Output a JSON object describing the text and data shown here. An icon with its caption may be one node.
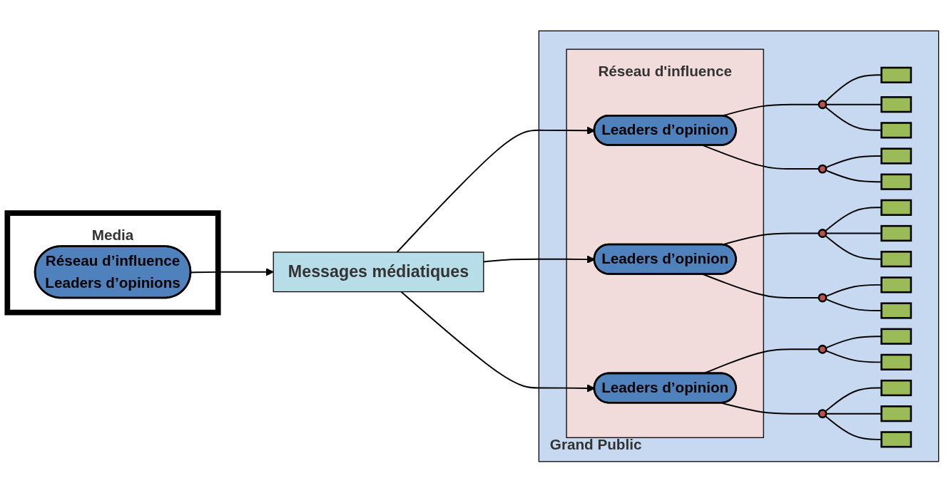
{
  "diagram": {
    "nodes": [
      {
        "text": [
          "Media"
        ]
      },
      {
        "text": [
          "Réseau d’influence",
          "Leaders d’opinions"
        ],
        "in": 0
      },
      {
        "text": [
          "Messages médiatiques"
        ]
      },
      {
        "text": [
          "Grand Public"
        ]
      },
      {
        "text": [
          "Réseau d'influence"
        ],
        "in": 3
      },
      {
        "text": [
          "Leaders d’opinion"
        ],
        "in": 4
      },
      {
        "text": [
          "Leaders d’opinion"
        ],
        "in": 4
      },
      {
        "text": [
          "Leaders d’opinion"
        ],
        "in": 4
      },
      {
        "text": [],
        "shape": "circle",
        "in": 3
      },
      {
        "text": [],
        "shape": "circle",
        "in": 3
      },
      {
        "text": [],
        "shape": "circle",
        "in": 3
      },
      {
        "text": [],
        "shape": "circle",
        "in": 3
      },
      {
        "text": [],
        "shape": "circle",
        "in": 3
      },
      {
        "text": [],
        "shape": "circle",
        "in": 3
      },
      {
        "text": [],
        "shape": "box",
        "in": 3
      },
      {
        "text": [],
        "shape": "box",
        "in": 3
      },
      {
        "text": [],
        "shape": "box",
        "in": 3
      },
      {
        "text": [],
        "shape": "box",
        "in": 3
      },
      {
        "text": [],
        "shape": "box",
        "in": 3
      },
      {
        "text": [],
        "shape": "box",
        "in": 3
      },
      {
        "text": [],
        "shape": "box",
        "in": 3
      },
      {
        "text": [],
        "shape": "box",
        "in": 3
      },
      {
        "text": [],
        "shape": "box",
        "in": 3
      },
      {
        "text": [],
        "shape": "box",
        "in": 3
      },
      {
        "text": [],
        "shape": "box",
        "in": 3
      },
      {
        "text": [],
        "shape": "box",
        "in": 3
      },
      {
        "text": [],
        "shape": "box",
        "in": 3
      },
      {
        "text": [],
        "shape": "box",
        "in": 3
      },
      {
        "text": [],
        "shape": "box",
        "in": 3
      }
    ],
    "edges": [
      {
        "from": 1,
        "to": 2,
        "arrow": "to"
      },
      {
        "from": 2,
        "to": 5,
        "arrow": "to"
      },
      {
        "from": 2,
        "to": 6,
        "arrow": "to"
      },
      {
        "from": 2,
        "to": 7,
        "arrow": "to"
      },
      {
        "from": 5,
        "to": 8,
        "arrow": "none"
      },
      {
        "from": 5,
        "to": 9,
        "arrow": "none"
      },
      {
        "from": 6,
        "to": 10,
        "arrow": "none"
      },
      {
        "from": 6,
        "to": 11,
        "arrow": "none"
      },
      {
        "from": 7,
        "to": 12,
        "arrow": "none"
      },
      {
        "from": 7,
        "to": 13,
        "arrow": "none"
      },
      {
        "from": 8,
        "to": 14,
        "arrow": "none"
      },
      {
        "from": 8,
        "to": 15,
        "arrow": "none"
      },
      {
        "from": 8,
        "to": 16,
        "arrow": "none"
      },
      {
        "from": 9,
        "to": 17,
        "arrow": "none"
      },
      {
        "from": 9,
        "to": 18,
        "arrow": "none"
      },
      {
        "from": 10,
        "to": 19,
        "arrow": "none"
      },
      {
        "from": 10,
        "to": 20,
        "arrow": "none"
      },
      {
        "from": 10,
        "to": 21,
        "arrow": "none"
      },
      {
        "from": 11,
        "to": 22,
        "arrow": "none"
      },
      {
        "from": 11,
        "to": 23,
        "arrow": "none"
      },
      {
        "from": 12,
        "to": 24,
        "arrow": "none"
      },
      {
        "from": 12,
        "to": 25,
        "arrow": "none"
      },
      {
        "from": 13,
        "to": 26,
        "arrow": "none"
      },
      {
        "from": 13,
        "to": 27,
        "arrow": "none"
      },
      {
        "from": 13,
        "to": 28,
        "arrow": "none"
      }
    ]
  }
}
